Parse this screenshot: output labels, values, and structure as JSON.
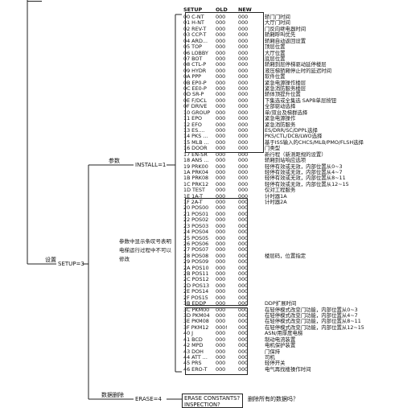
{
  "labels": {
    "setup_group": "设置",
    "setup": "SETUP=3",
    "install_group": "参数",
    "install": "INSTALL=1",
    "erase_group": "数据删除",
    "erase": "ERASE=4",
    "erase_box_line1": "ERASE CONSTANTS?",
    "erase_box_line2": "INSPECTION?",
    "erase_desc": "删除所有的数据吗？",
    "note": "参数中显示条叹号表明电梯运行过程中不可以修改"
  },
  "table": {
    "header": {
      "code": "SETUP",
      "old": "OLD",
      "new": "NEW"
    },
    "rows": [
      {
        "code": "00 C-NT",
        "old": "000",
        "new": "000",
        "desc": "轿门门时间"
      },
      {
        "code": "01 H-NT",
        "old": "000",
        "new": "000",
        "desc": "大厅门时间"
      },
      {
        "code": "02 REV-T",
        "old": "000",
        "new": "000",
        "desc": "门反向继电器时间"
      },
      {
        "code": "03 CCP-T",
        "old": "000",
        "new": "000",
        "desc": "轿厢呼叫优先"
      },
      {
        "code": "04 ARD...",
        "old": "000",
        "new": "000",
        "desc": "轿厢自动返回设置"
      },
      {
        "code": "05 TOP",
        "old": "000",
        "new": "000",
        "desc": "顶层位置"
      },
      {
        "code": "06 LOBBY",
        "old": "000",
        "new": "000",
        "desc": "大厅位置"
      },
      {
        "code": "07 BOT",
        "old": "000",
        "new": "000",
        "desc": "底层位置"
      },
      {
        "code": "08 CTL-P",
        "old": "000",
        "new": "000",
        "desc": "轿厢到层停梯驱动延停楼层"
      },
      {
        "code": "09 HYDR",
        "old": "000",
        "new": "000",
        "desc": "液压梯轿厢停止时的延迟时间"
      },
      {
        "code": "0A PPP",
        "old": "000",
        "new": "000",
        "desc": "软件位置"
      },
      {
        "code": "0B EP0-P",
        "old": "000",
        "new": "000",
        "desc": "紧急电源操作楼层"
      },
      {
        "code": "0C EE0-P",
        "old": "000",
        "new": "000",
        "desc": "紧急消防服务楼层"
      },
      {
        "code": "0D SR-P",
        "old": "000",
        "new": "000",
        "desc": "轿体顶提升位置"
      },
      {
        "code": "0E F/DCL",
        "old": "000",
        "new": "000",
        "desc": "下集选或全集选 SAPB单层按钮"
      },
      {
        "code": "0F DRIVE",
        "old": "000",
        "new": "000",
        "desc": "全部驱动选择"
      },
      {
        "code": "10 GROUP",
        "old": "000",
        "new": "000",
        "desc": "单/双台及梯群选择"
      },
      {
        "code": "11 EPO",
        "old": "000",
        "new": "000",
        "desc": "紧急电源操作"
      },
      {
        "code": "12 EFO",
        "old": "000",
        "new": "000",
        "desc": "紧急消防服务"
      },
      {
        "code": "13 ES....",
        "old": "000",
        "new": "000",
        "desc": "ES/DRR/SC/DPPL选择"
      },
      {
        "code": "14 PKS ...",
        "old": "000",
        "new": "000",
        "desc": "PKS/CTL/DCB/LWO选择"
      },
      {
        "code": "15 MLB ...",
        "old": "000",
        "new": "000",
        "desc": "基于ISS输入的CHCS/MLB/PMO/FLSH选择"
      },
      {
        "code": "16 DOOR",
        "old": "000",
        "new": "000",
        "desc": "门类型"
      },
      {
        "code": "17 EN-SR",
        "old": "000",
        "new": "000",
        "desc": "新行程（新测距规的设置）"
      },
      {
        "code": "18 ANS ...",
        "old": "000",
        "new": "000",
        "desc": "轿厢到站响应选项"
      },
      {
        "code": "19 PRK00",
        "old": "000",
        "new": "000",
        "desc": "轻停有效或无效，内部位置从0~3"
      },
      {
        "code": "1A PRK04",
        "old": "000",
        "new": "000",
        "desc": "轻停有效或无效，内部位置从4~7"
      },
      {
        "code": "1B PRK08",
        "old": "000",
        "new": "000",
        "desc": "轻停有效或无效，内部位置从8~11"
      },
      {
        "code": "1C PRK12",
        "old": "000",
        "new": "000",
        "desc": "轻停有效或无效，内部位置从12~15"
      },
      {
        "code": "1D TEST",
        "old": "000",
        "new": "000",
        "desc": "仅对工程服务"
      },
      {
        "code": "1E 1A-T",
        "old": "000",
        "new": "000",
        "desc": "计时器1A"
      },
      {
        "code": "1F 2A-T",
        "old": "000",
        "new": "000",
        "desc": "计时器2A"
      },
      {
        "code": "20 POS00",
        "old": "000",
        "new": "000",
        "desc": ""
      },
      {
        "code": "21 POS01",
        "old": "000",
        "new": "000",
        "desc": ""
      },
      {
        "code": "22 POS02",
        "old": "000",
        "new": "000",
        "desc": ""
      },
      {
        "code": "23 POS03",
        "old": "000",
        "new": "000",
        "desc": ""
      },
      {
        "code": "24 POS04",
        "old": "000",
        "new": "000",
        "desc": ""
      },
      {
        "code": "25 POS05",
        "old": "000",
        "new": "000",
        "desc": ""
      },
      {
        "code": "26 POS06",
        "old": "000",
        "new": "000",
        "desc": ""
      },
      {
        "code": "27 POS07",
        "old": "000",
        "new": "000",
        "desc": ""
      },
      {
        "code": "28 POS08",
        "old": "000",
        "new": "000",
        "desc": "楼层码，位置指定"
      },
      {
        "code": "29 POS09",
        "old": "000",
        "new": "000",
        "desc": ""
      },
      {
        "code": "2A POS10",
        "old": "000",
        "new": "000",
        "desc": ""
      },
      {
        "code": "2B POS11",
        "old": "000",
        "new": "000",
        "desc": ""
      },
      {
        "code": "2C POS12",
        "old": "000",
        "new": "000",
        "desc": ""
      },
      {
        "code": "2D POS13",
        "old": "000",
        "new": "000",
        "desc": ""
      },
      {
        "code": "2E POS14",
        "old": "000",
        "new": "000",
        "desc": ""
      },
      {
        "code": "2F POS15",
        "old": "000",
        "new": "000",
        "desc": ""
      },
      {
        "code": "3B EDDP",
        "old": "000",
        "new": "000",
        "desc": "DDP扩展时间"
      },
      {
        "code": "3C PKM00",
        "old": "000",
        "new": "000",
        "desc": "在轻停模式改变门功能，内部位置从0~3"
      },
      {
        "code": "3D PKM04",
        "old": "000",
        "new": "000",
        "desc": "在轻停模式改变门功能，内部位置从4~7"
      },
      {
        "code": "3E PKM08",
        "old": "000",
        "new": "000",
        "desc": "在轻停模式改变门功能，内部位置从8~11"
      },
      {
        "code": "3F PKM12",
        "old": "000!",
        "new": "000",
        "desc": "在轻停模式改变门功能，内部位置从12~15"
      },
      {
        "code": "40 J",
        "old": "000",
        "new": "000",
        "desc": "ASN/用厚度电梯"
      },
      {
        "code": "41 BCD",
        "old": "000",
        "new": "000",
        "desc": "制动电流装置"
      },
      {
        "code": "42 MPD",
        "old": "000",
        "new": "000",
        "desc": "电机保护装置"
      },
      {
        "code": "43 DOH",
        "old": "000",
        "new": "000",
        "desc": "门保持"
      },
      {
        "code": "44 ATT ...",
        "old": "000",
        "new": "000",
        "desc": "司机"
      },
      {
        "code": "45 PRS",
        "old": "000",
        "new": "000",
        "desc": "轻停开关"
      },
      {
        "code": "46 ERO-T",
        "old": "000",
        "new": "000",
        "desc": "电气再找楼操作时间"
      }
    ]
  }
}
